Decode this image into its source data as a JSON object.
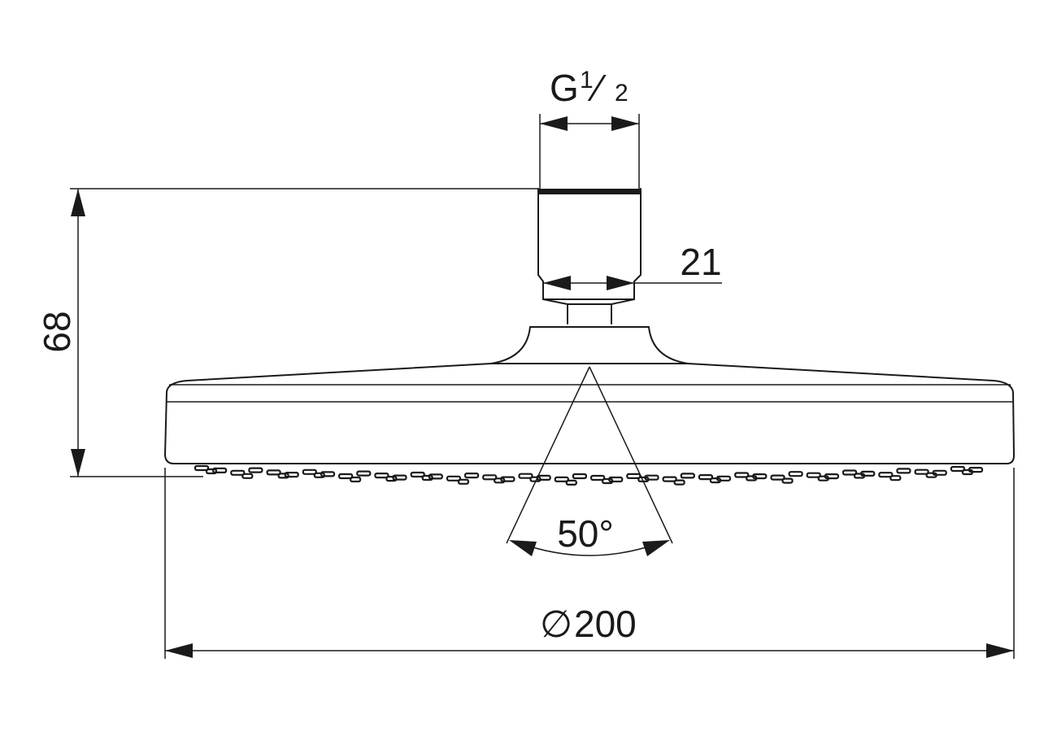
{
  "drawing": {
    "dimensions": {
      "thread": {
        "prefix": "G",
        "numerator": "1",
        "slash": "⁄",
        "denominator": "2"
      },
      "connector_width": "21",
      "height": "68",
      "spray_angle": "50°",
      "diameter_symbol": "∅",
      "diameter": "200"
    },
    "colors": {
      "line": "#1a1a1a",
      "background": "#ffffff"
    }
  }
}
